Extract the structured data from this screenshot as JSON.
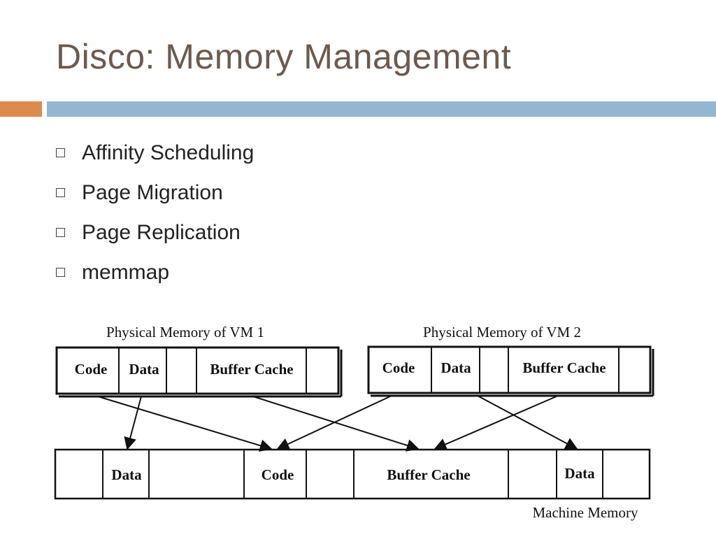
{
  "slide": {
    "title": "Disco: Memory Management"
  },
  "bullets": [
    {
      "text": "Affinity Scheduling"
    },
    {
      "text": "Page Migration"
    },
    {
      "text": "Page Replication"
    },
    {
      "text": "memmap"
    }
  ],
  "diagram": {
    "vm1": {
      "label": "Physical Memory of VM 1",
      "cells": {
        "code": "Code",
        "data": "Data",
        "buffer": "Buffer Cache"
      }
    },
    "vm2": {
      "label": "Physical Memory of VM 2",
      "cells": {
        "code": "Code",
        "data": "Data",
        "buffer": "Buffer Cache"
      }
    },
    "machine": {
      "label": "Machine Memory",
      "cells": {
        "data1": "Data",
        "code": "Code",
        "buffer": "Buffer Cache",
        "data2": "Data"
      }
    }
  }
}
